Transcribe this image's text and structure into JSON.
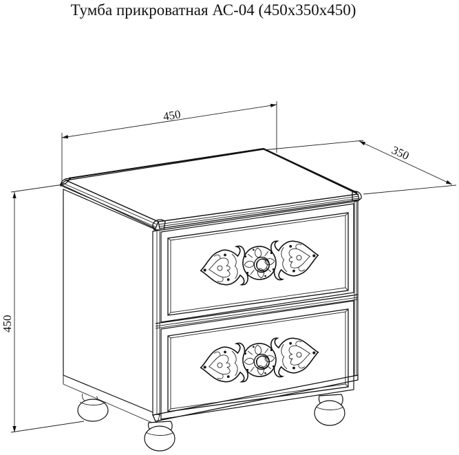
{
  "title": "Тумба прикроватная АС-04 (450х350х450)",
  "product": {
    "name": "Тумба прикроватная",
    "model": "АС-04",
    "drawers": 2
  },
  "dimensions": {
    "width": {
      "label": "450",
      "value": 450
    },
    "depth": {
      "label": "350",
      "value": 350
    },
    "height": {
      "label": "450",
      "value": 450
    }
  },
  "colors": {
    "line": "#111111",
    "background": "#ffffff"
  },
  "parts": [
    {
      "name": "top-panel"
    },
    {
      "name": "side-panel"
    },
    {
      "name": "upper-drawer",
      "ornament": "filigree-with-round-knob"
    },
    {
      "name": "lower-drawer",
      "ornament": "filigree-with-round-knob"
    },
    {
      "name": "bun-feet",
      "count": 4
    }
  ]
}
